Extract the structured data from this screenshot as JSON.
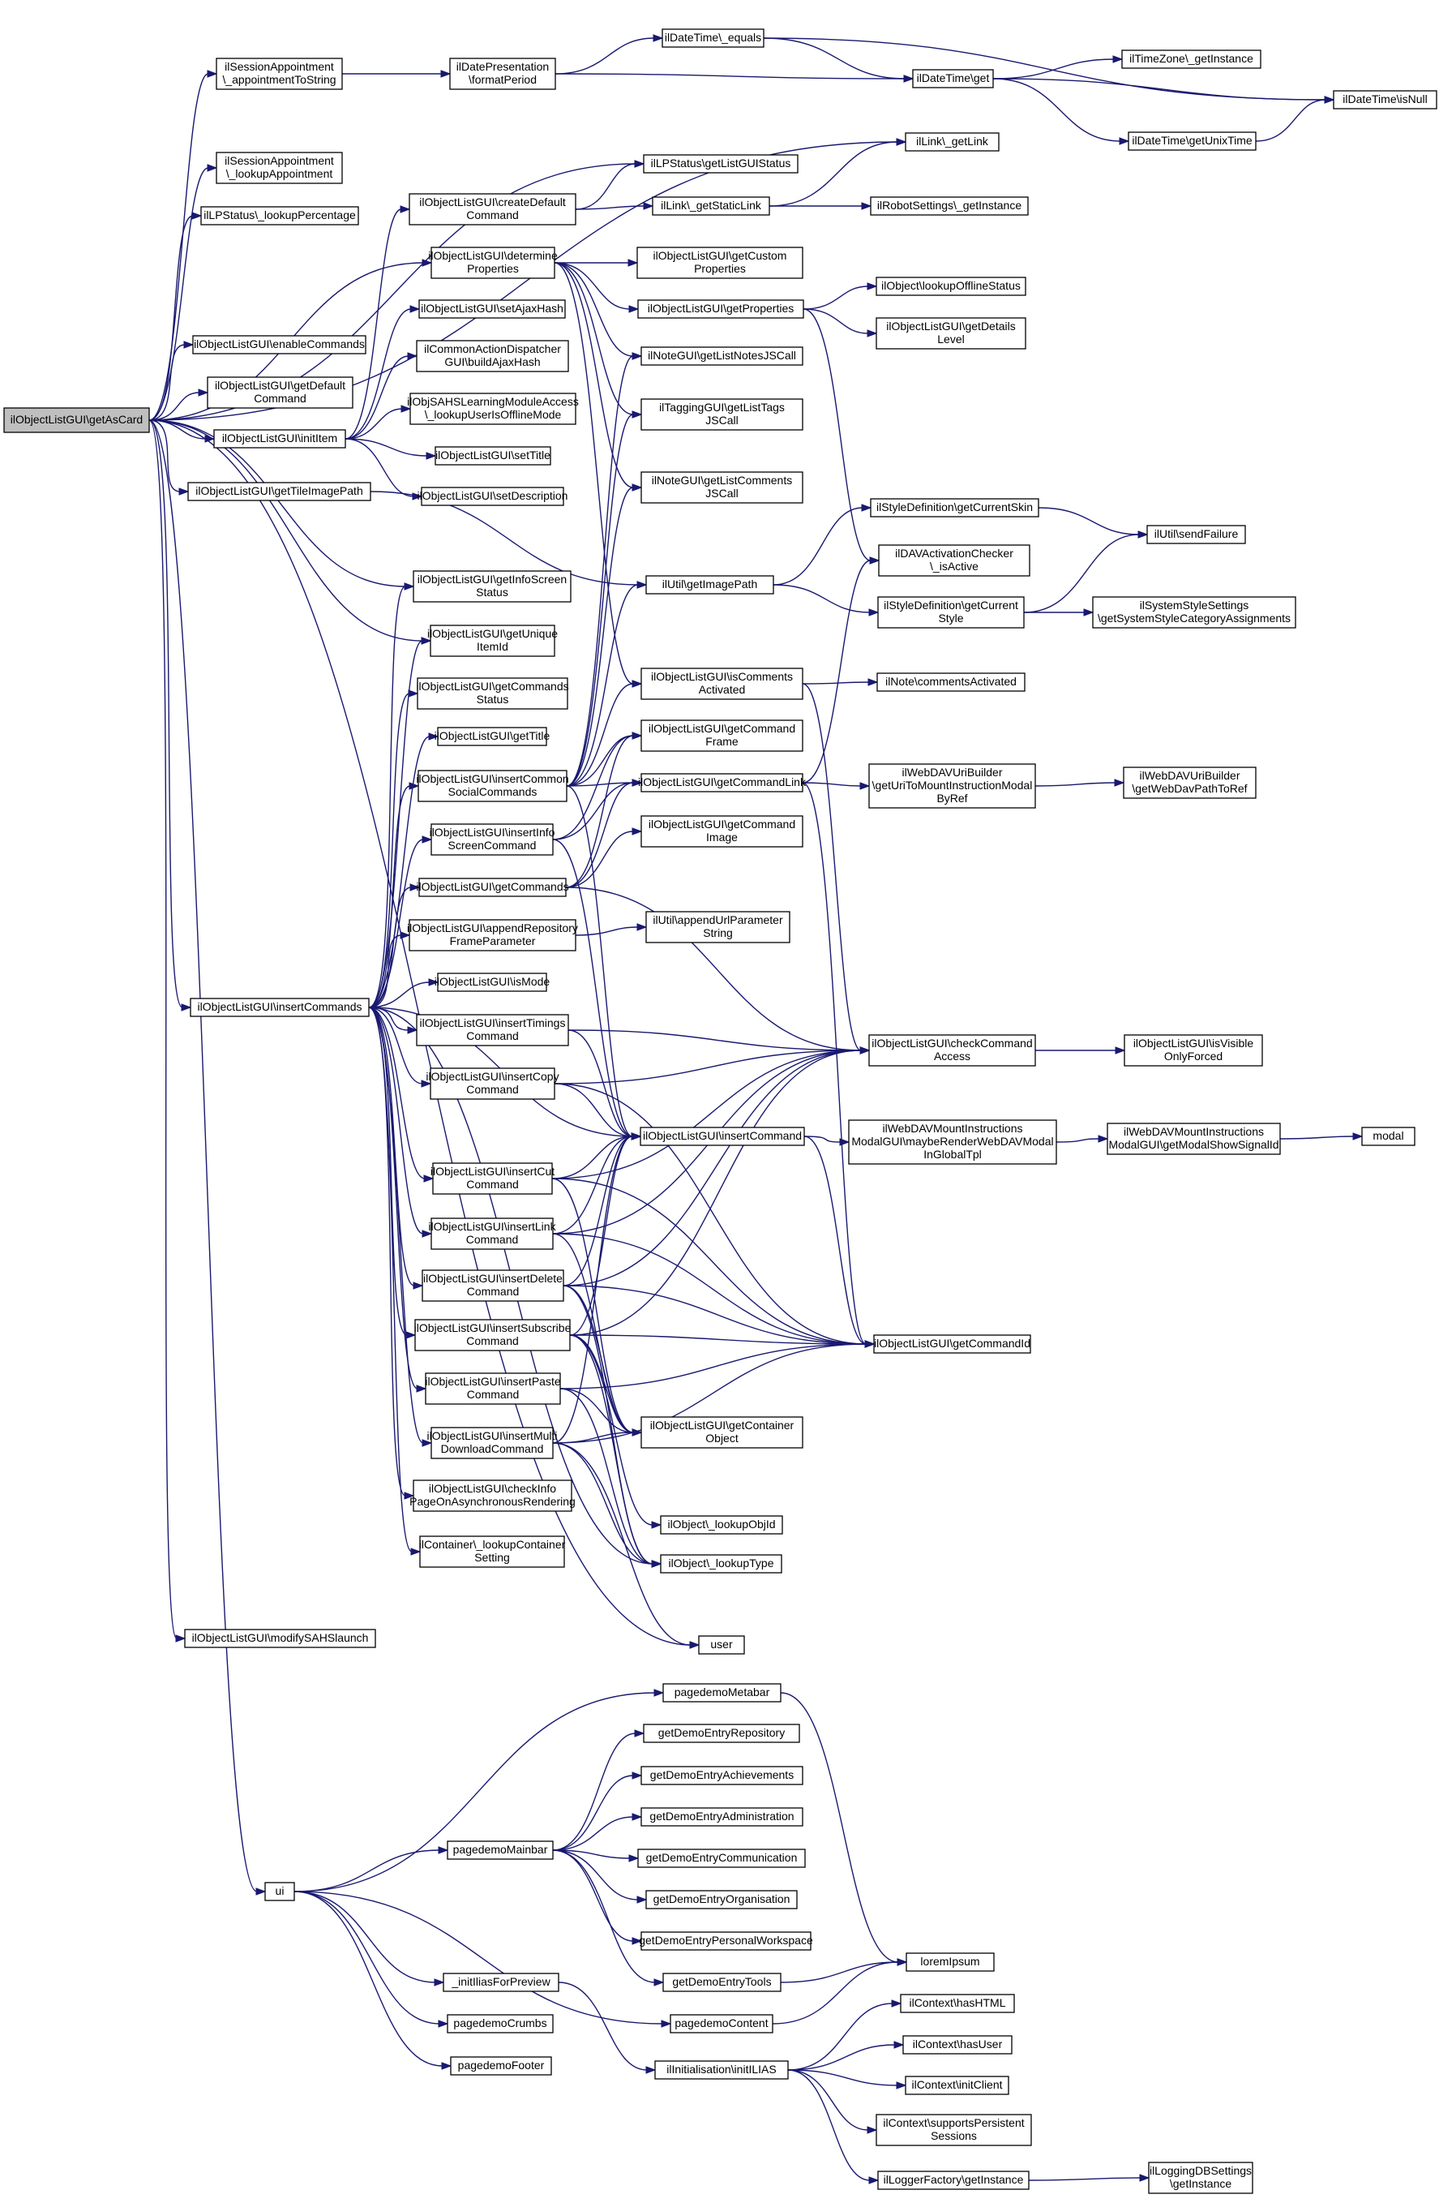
{
  "title": "",
  "colors": {
    "edge": "#191970",
    "root_fill": "#bfbfbf",
    "node_fill": "#ffffff",
    "node_stroke": "#000000"
  },
  "nodes": [
    {
      "id": "root",
      "lines": [
        "ilObjectListGUI\\getAsCard"
      ]
    },
    {
      "id": "sess_apptostr",
      "lines": [
        "ilSessionAppointment",
        "\\_appointmentToString"
      ]
    },
    {
      "id": "sess_lookup",
      "lines": [
        "ilSessionAppointment",
        "\\_lookupAppointment"
      ]
    },
    {
      "id": "lp_lookuppct",
      "lines": [
        "ilLPStatus\\_lookupPercentage"
      ]
    },
    {
      "id": "enablecmds",
      "lines": [
        "ilObjectListGUI\\enableCommands"
      ]
    },
    {
      "id": "getdefaultcmd",
      "lines": [
        "ilObjectListGUI\\getDefault",
        "Command"
      ]
    },
    {
      "id": "inititem",
      "lines": [
        "ilObjectListGUI\\initItem"
      ]
    },
    {
      "id": "gettileimage",
      "lines": [
        "ilObjectListGUI\\getTileImagePath"
      ]
    },
    {
      "id": "insertcommands",
      "lines": [
        "ilObjectListGUI\\insertCommands"
      ]
    },
    {
      "id": "modifysahs",
      "lines": [
        "ilObjectListGUI\\modifySAHSlaunch"
      ]
    },
    {
      "id": "ui",
      "lines": [
        "ui"
      ]
    },
    {
      "id": "datepres",
      "lines": [
        "ilDatePresentation",
        "\\formatPeriod"
      ]
    },
    {
      "id": "dt_equals",
      "lines": [
        "ilDateTime\\_equals"
      ]
    },
    {
      "id": "dt_get",
      "lines": [
        "ilDateTime\\get"
      ]
    },
    {
      "id": "tz_getinst",
      "lines": [
        "ilTimeZone\\_getInstance"
      ]
    },
    {
      "id": "dt_isnull",
      "lines": [
        "ilDateTime\\isNull"
      ]
    },
    {
      "id": "dt_unixtime",
      "lines": [
        "ilDateTime\\getUnixTime"
      ]
    },
    {
      "id": "link_getlink",
      "lines": [
        "ilLink\\_getLink"
      ]
    },
    {
      "id": "lp_getguistatus",
      "lines": [
        "ilLPStatus\\getListGUIStatus"
      ]
    },
    {
      "id": "createdefault",
      "lines": [
        "ilObjectListGUI\\createDefault",
        "Command"
      ]
    },
    {
      "id": "link_static",
      "lines": [
        "ilLink\\_getStaticLink"
      ]
    },
    {
      "id": "robot",
      "lines": [
        "ilRobotSettings\\_getInstance"
      ]
    },
    {
      "id": "determineprops",
      "lines": [
        "ilObjectListGUI\\determine",
        "Properties"
      ]
    },
    {
      "id": "getcustomprops",
      "lines": [
        "ilObjectListGUI\\getCustom",
        "Properties"
      ]
    },
    {
      "id": "getprops",
      "lines": [
        "ilObjectListGUI\\getProperties"
      ]
    },
    {
      "id": "lookupoffline",
      "lines": [
        "ilObject\\lookupOfflineStatus"
      ]
    },
    {
      "id": "getdetails",
      "lines": [
        "ilObjectListGUI\\getDetails",
        "Level"
      ]
    },
    {
      "id": "setajaxhash",
      "lines": [
        "ilObjectListGUI\\setAjaxHash"
      ]
    },
    {
      "id": "notes_js",
      "lines": [
        "ilNoteGUI\\getListNotesJSCall"
      ]
    },
    {
      "id": "buildajaxhash",
      "lines": [
        "ilCommonActionDispatcher",
        "GUI\\buildAjaxHash"
      ]
    },
    {
      "id": "sahs_offline",
      "lines": [
        "ilObjSAHSLearningModuleAccess",
        "\\_lookupUserIsOfflineMode"
      ]
    },
    {
      "id": "tagging_js",
      "lines": [
        "ilTaggingGUI\\getListTags",
        "JSCall"
      ]
    },
    {
      "id": "settitle",
      "lines": [
        "ilObjectListGUI\\setTitle"
      ]
    },
    {
      "id": "setdesc",
      "lines": [
        "ilObjectListGUI\\setDescription"
      ]
    },
    {
      "id": "comments_js",
      "lines": [
        "ilNoteGUI\\getListComments",
        "JSCall"
      ]
    },
    {
      "id": "style_skin",
      "lines": [
        "ilStyleDefinition\\getCurrentSkin"
      ]
    },
    {
      "id": "sendfailure",
      "lines": [
        "ilUtil\\sendFailure"
      ]
    },
    {
      "id": "dav_active",
      "lines": [
        "ilDAVActivationChecker",
        "\\_isActive"
      ]
    },
    {
      "id": "util_imagepath",
      "lines": [
        "ilUtil\\getImagePath"
      ]
    },
    {
      "id": "style_current",
      "lines": [
        "ilStyleDefinition\\getCurrent",
        "Style"
      ]
    },
    {
      "id": "syssettings",
      "lines": [
        "ilSystemStyleSettings",
        "\\getSystemStyleCategoryAssignments"
      ]
    },
    {
      "id": "getinfoscreen",
      "lines": [
        "ilObjectListGUI\\getInfoScreen",
        "Status"
      ]
    },
    {
      "id": "getuniqueid",
      "lines": [
        "ilObjectListGUI\\getUnique",
        "ItemId"
      ]
    },
    {
      "id": "iscomments",
      "lines": [
        "ilObjectListGUI\\isComments",
        "Activated"
      ]
    },
    {
      "id": "note_comments",
      "lines": [
        "ilNote\\commentsActivated"
      ]
    },
    {
      "id": "getcmdstatus",
      "lines": [
        "ilObjectListGUI\\getCommands",
        "Status"
      ]
    },
    {
      "id": "getcmdframe",
      "lines": [
        "ilObjectListGUI\\getCommand",
        "Frame"
      ]
    },
    {
      "id": "gettitle",
      "lines": [
        "ilObjectListGUI\\getTitle"
      ]
    },
    {
      "id": "insertcommon",
      "lines": [
        "ilObjectListGUI\\insertCommon",
        "SocialCommands"
      ]
    },
    {
      "id": "getcmdlink",
      "lines": [
        "ilObjectListGUI\\getCommandLink"
      ]
    },
    {
      "id": "webdav_uri",
      "lines": [
        "ilWebDAVUriBuilder",
        "\\getUriToMountInstructionModal",
        "ByRef"
      ]
    },
    {
      "id": "webdav_path",
      "lines": [
        "ilWebDAVUriBuilder",
        "\\getWebDavPathToRef"
      ]
    },
    {
      "id": "insertinfo",
      "lines": [
        "ilObjectListGUI\\insertInfo",
        "ScreenCommand"
      ]
    },
    {
      "id": "getcmdimage",
      "lines": [
        "ilObjectListGUI\\getCommand",
        "Image"
      ]
    },
    {
      "id": "getcommands",
      "lines": [
        "ilObjectListGUI\\getCommands"
      ]
    },
    {
      "id": "appendrepo",
      "lines": [
        "ilObjectListGUI\\appendRepository",
        "FrameParameter"
      ]
    },
    {
      "id": "appendurl",
      "lines": [
        "ilUtil\\appendUrlParameter",
        "String"
      ]
    },
    {
      "id": "ismode",
      "lines": [
        "ilObjectListGUI\\isMode"
      ]
    },
    {
      "id": "inserttimings",
      "lines": [
        "ilObjectListGUI\\insertTimings",
        "Command"
      ]
    },
    {
      "id": "checkcmd",
      "lines": [
        "ilObjectListGUI\\checkCommand",
        "Access"
      ]
    },
    {
      "id": "isvisible",
      "lines": [
        "ilObjectListGUI\\isVisible",
        "OnlyForced"
      ]
    },
    {
      "id": "insertcopy",
      "lines": [
        "ilObjectListGUI\\insertCopy",
        "Command"
      ]
    },
    {
      "id": "insertcommand",
      "lines": [
        "ilObjectListGUI\\insertCommand"
      ]
    },
    {
      "id": "webdav_modal",
      "lines": [
        "ilWebDAVMountInstructions",
        "ModalGUI\\maybeRenderWebDAVModal",
        "InGlobalTpl"
      ]
    },
    {
      "id": "webdav_signal",
      "lines": [
        "ilWebDAVMountInstructions",
        "ModalGUI\\getModalShowSignalId"
      ]
    },
    {
      "id": "modal",
      "lines": [
        "modal"
      ]
    },
    {
      "id": "insertcut",
      "lines": [
        "ilObjectListGUI\\insertCut",
        "Command"
      ]
    },
    {
      "id": "insertlink",
      "lines": [
        "ilObjectListGUI\\insertLink",
        "Command"
      ]
    },
    {
      "id": "insertdelete",
      "lines": [
        "ilObjectListGUI\\insertDelete",
        "Command"
      ]
    },
    {
      "id": "getcmdid",
      "lines": [
        "ilObjectListGUI\\getCommandId"
      ]
    },
    {
      "id": "insertsubscribe",
      "lines": [
        "ilObjectListGUI\\insertSubscribe",
        "Command"
      ]
    },
    {
      "id": "insertpaste",
      "lines": [
        "ilObjectListGUI\\insertPaste",
        "Command"
      ]
    },
    {
      "id": "getcontainer",
      "lines": [
        "ilObjectListGUI\\getContainer",
        "Object"
      ]
    },
    {
      "id": "insertmulti",
      "lines": [
        "ilObjectListGUI\\insertMulti",
        "DownloadCommand"
      ]
    },
    {
      "id": "checkinfo",
      "lines": [
        "ilObjectListGUI\\checkInfo",
        "PageOnAsynchronousRendering"
      ]
    },
    {
      "id": "lookupobjid",
      "lines": [
        "ilObject\\_lookupObjId"
      ]
    },
    {
      "id": "lookupcontainer",
      "lines": [
        "ilContainer\\_lookupContainer",
        "Setting"
      ]
    },
    {
      "id": "lookuptype",
      "lines": [
        "ilObject\\_lookupType"
      ]
    },
    {
      "id": "user",
      "lines": [
        "user"
      ]
    },
    {
      "id": "pagedemometabar",
      "lines": [
        "pagedemoMetabar"
      ]
    },
    {
      "id": "demo_repo",
      "lines": [
        "getDemoEntryRepository"
      ]
    },
    {
      "id": "demo_ach",
      "lines": [
        "getDemoEntryAchievements"
      ]
    },
    {
      "id": "demo_admin",
      "lines": [
        "getDemoEntryAdministration"
      ]
    },
    {
      "id": "pagedemomainbar",
      "lines": [
        "pagedemoMainbar"
      ]
    },
    {
      "id": "demo_comm",
      "lines": [
        "getDemoEntryCommunication"
      ]
    },
    {
      "id": "demo_org",
      "lines": [
        "getDemoEntryOrganisation"
      ]
    },
    {
      "id": "demo_pws",
      "lines": [
        "getDemoEntryPersonalWorkspace"
      ]
    },
    {
      "id": "initilias_preview",
      "lines": [
        "_initIliasForPreview"
      ]
    },
    {
      "id": "demo_tools",
      "lines": [
        "getDemoEntryTools"
      ]
    },
    {
      "id": "loremipsum",
      "lines": [
        "loremIpsum"
      ]
    },
    {
      "id": "pagedemocrumbs",
      "lines": [
        "pagedemoCrumbs"
      ]
    },
    {
      "id": "context_html",
      "lines": [
        "ilContext\\hasHTML"
      ]
    },
    {
      "id": "pagedemocontent",
      "lines": [
        "pagedemoContent"
      ]
    },
    {
      "id": "pagedemofooter",
      "lines": [
        "pagedemoFooter"
      ]
    },
    {
      "id": "context_user",
      "lines": [
        "ilContext\\hasUser"
      ]
    },
    {
      "id": "initilias",
      "lines": [
        "ilInitialisation\\initILIAS"
      ]
    },
    {
      "id": "context_client",
      "lines": [
        "ilContext\\initClient"
      ]
    },
    {
      "id": "context_persist",
      "lines": [
        "ilContext\\supportsPersistent",
        "Sessions"
      ]
    },
    {
      "id": "logger",
      "lines": [
        "ilLoggerFactory\\getInstance"
      ]
    },
    {
      "id": "loggingdb",
      "lines": [
        "ilLoggingDBSettings",
        "\\getInstance"
      ]
    }
  ],
  "edges": [
    [
      "root",
      "sess_apptostr"
    ],
    [
      "root",
      "sess_lookup"
    ],
    [
      "root",
      "lp_lookuppct"
    ],
    [
      "root",
      "link_getlink"
    ],
    [
      "root",
      "lp_getguistatus"
    ],
    [
      "root",
      "determineprops"
    ],
    [
      "root",
      "enablecmds"
    ],
    [
      "root",
      "getdefaultcmd"
    ],
    [
      "root",
      "inititem"
    ],
    [
      "root",
      "gettileimage"
    ],
    [
      "root",
      "getinfoscreen"
    ],
    [
      "root",
      "getuniqueid"
    ],
    [
      "root",
      "insertcommands"
    ],
    [
      "root",
      "modifysahs"
    ],
    [
      "root",
      "ui"
    ],
    [
      "root",
      "user"
    ],
    [
      "sess_apptostr",
      "datepres"
    ],
    [
      "datepres",
      "dt_equals"
    ],
    [
      "datepres",
      "dt_get"
    ],
    [
      "dt_equals",
      "dt_get"
    ],
    [
      "dt_equals",
      "dt_isnull"
    ],
    [
      "dt_get",
      "tz_getinst"
    ],
    [
      "dt_get",
      "dt_isnull"
    ],
    [
      "dt_get",
      "dt_unixtime"
    ],
    [
      "dt_unixtime",
      "dt_isnull"
    ],
    [
      "createdefault",
      "link_static"
    ],
    [
      "createdefault",
      "lp_getguistatus"
    ],
    [
      "link_static",
      "link_getlink"
    ],
    [
      "link_static",
      "robot"
    ],
    [
      "determineprops",
      "getcustomprops"
    ],
    [
      "determineprops",
      "getprops"
    ],
    [
      "determineprops",
      "notes_js"
    ],
    [
      "determineprops",
      "tagging_js"
    ],
    [
      "determineprops",
      "comments_js"
    ],
    [
      "determineprops",
      "iscomments"
    ],
    [
      "getprops",
      "lookupoffline"
    ],
    [
      "getprops",
      "getdetails"
    ],
    [
      "getprops",
      "dav_active"
    ],
    [
      "inititem",
      "createdefault"
    ],
    [
      "inititem",
      "setajaxhash"
    ],
    [
      "inititem",
      "buildajaxhash"
    ],
    [
      "inititem",
      "sahs_offline"
    ],
    [
      "inititem",
      "settitle"
    ],
    [
      "inititem",
      "setdesc"
    ],
    [
      "gettileimage",
      "util_imagepath"
    ],
    [
      "util_imagepath",
      "style_skin"
    ],
    [
      "util_imagepath",
      "style_current"
    ],
    [
      "style_skin",
      "sendfailure"
    ],
    [
      "style_current",
      "sendfailure"
    ],
    [
      "style_current",
      "syssettings"
    ],
    [
      "iscomments",
      "note_comments"
    ],
    [
      "iscomments",
      "checkcmd"
    ],
    [
      "getcmdlink",
      "webdav_uri"
    ],
    [
      "getcmdlink",
      "dav_active"
    ],
    [
      "getcmdlink",
      "getcmdid"
    ],
    [
      "webdav_uri",
      "webdav_path"
    ],
    [
      "insertcommands",
      "getinfoscreen"
    ],
    [
      "insertcommands",
      "getuniqueid"
    ],
    [
      "insertcommands",
      "getcmdstatus"
    ],
    [
      "insertcommands",
      "gettitle"
    ],
    [
      "insertcommands",
      "insertcommon"
    ],
    [
      "insertcommands",
      "insertinfo"
    ],
    [
      "insertcommands",
      "getcommands"
    ],
    [
      "insertcommands",
      "appendrepo"
    ],
    [
      "insertcommands",
      "ismode"
    ],
    [
      "insertcommands",
      "inserttimings"
    ],
    [
      "insertcommands",
      "insertcopy"
    ],
    [
      "insertcommands",
      "insertcommand"
    ],
    [
      "insertcommands",
      "insertcut"
    ],
    [
      "insertcommands",
      "insertlink"
    ],
    [
      "insertcommands",
      "insertdelete"
    ],
    [
      "insertcommands",
      "insertsubscribe"
    ],
    [
      "insertcommands",
      "insertpaste"
    ],
    [
      "insertcommands",
      "insertmulti"
    ],
    [
      "insertcommands",
      "checkinfo"
    ],
    [
      "insertcommands",
      "lookupcontainer"
    ],
    [
      "insertcommands",
      "lookuptype"
    ],
    [
      "insertcommon",
      "notes_js"
    ],
    [
      "insertcommon",
      "tagging_js"
    ],
    [
      "insertcommon",
      "comments_js"
    ],
    [
      "insertcommon",
      "util_imagepath"
    ],
    [
      "insertcommon",
      "iscomments"
    ],
    [
      "insertcommon",
      "getcmdframe"
    ],
    [
      "insertcommon",
      "getcmdlink"
    ],
    [
      "insertcommon",
      "insertcommand"
    ],
    [
      "insertinfo",
      "getcmdframe"
    ],
    [
      "insertinfo",
      "getcmdlink"
    ],
    [
      "insertinfo",
      "insertcommand"
    ],
    [
      "getcommands",
      "getcmdframe"
    ],
    [
      "getcommands",
      "getcmdlink"
    ],
    [
      "getcommands",
      "getcmdimage"
    ],
    [
      "getcommands",
      "checkcmd"
    ],
    [
      "appendrepo",
      "appendurl"
    ],
    [
      "inserttimings",
      "checkcmd"
    ],
    [
      "inserttimings",
      "insertcommand"
    ],
    [
      "insertcopy",
      "checkcmd"
    ],
    [
      "insertcopy",
      "insertcommand"
    ],
    [
      "insertcopy",
      "getcmdid"
    ],
    [
      "checkcmd",
      "isvisible"
    ],
    [
      "insertcommand",
      "webdav_modal"
    ],
    [
      "insertcommand",
      "getcmdid"
    ],
    [
      "webdav_modal",
      "webdav_signal"
    ],
    [
      "webdav_signal",
      "modal"
    ],
    [
      "insertcut",
      "checkcmd"
    ],
    [
      "insertcut",
      "insertcommand"
    ],
    [
      "insertcut",
      "getcmdid"
    ],
    [
      "insertcut",
      "getcontainer"
    ],
    [
      "insertlink",
      "checkcmd"
    ],
    [
      "insertlink",
      "insertcommand"
    ],
    [
      "insertlink",
      "getcmdid"
    ],
    [
      "insertlink",
      "getcontainer"
    ],
    [
      "insertdelete",
      "checkcmd"
    ],
    [
      "insertdelete",
      "insertcommand"
    ],
    [
      "insertdelete",
      "getcmdid"
    ],
    [
      "insertdelete",
      "getcontainer"
    ],
    [
      "insertdelete",
      "lookuptype"
    ],
    [
      "insertsubscribe",
      "checkcmd"
    ],
    [
      "insertsubscribe",
      "insertcommand"
    ],
    [
      "insertsubscribe",
      "getcmdid"
    ],
    [
      "insertsubscribe",
      "getcontainer"
    ],
    [
      "insertsubscribe",
      "lookupobjid"
    ],
    [
      "insertsubscribe",
      "lookuptype"
    ],
    [
      "insertpaste",
      "getcmdid"
    ],
    [
      "insertpaste",
      "getcontainer"
    ],
    [
      "insertpaste",
      "lookuptype"
    ],
    [
      "insertmulti",
      "insertcommand"
    ],
    [
      "insertmulti",
      "getcmdid"
    ],
    [
      "insertmulti",
      "getcontainer"
    ],
    [
      "insertmulti",
      "lookuptype"
    ],
    [
      "insertmulti",
      "user"
    ],
    [
      "ui",
      "pagedemometabar"
    ],
    [
      "ui",
      "pagedemomainbar"
    ],
    [
      "ui",
      "initilias_preview"
    ],
    [
      "ui",
      "pagedemocrumbs"
    ],
    [
      "ui",
      "pagedemocontent"
    ],
    [
      "ui",
      "pagedemofooter"
    ],
    [
      "pagedemometabar",
      "loremipsum"
    ],
    [
      "pagedemomainbar",
      "demo_repo"
    ],
    [
      "pagedemomainbar",
      "demo_ach"
    ],
    [
      "pagedemomainbar",
      "demo_admin"
    ],
    [
      "pagedemomainbar",
      "demo_comm"
    ],
    [
      "pagedemomainbar",
      "demo_org"
    ],
    [
      "pagedemomainbar",
      "demo_pws"
    ],
    [
      "pagedemomainbar",
      "demo_tools"
    ],
    [
      "demo_tools",
      "loremipsum"
    ],
    [
      "pagedemocontent",
      "loremipsum"
    ],
    [
      "initilias_preview",
      "initilias"
    ],
    [
      "initilias",
      "context_html"
    ],
    [
      "initilias",
      "context_user"
    ],
    [
      "initilias",
      "context_client"
    ],
    [
      "initilias",
      "context_persist"
    ],
    [
      "initilias",
      "logger"
    ],
    [
      "logger",
      "loggingdb"
    ]
  ]
}
